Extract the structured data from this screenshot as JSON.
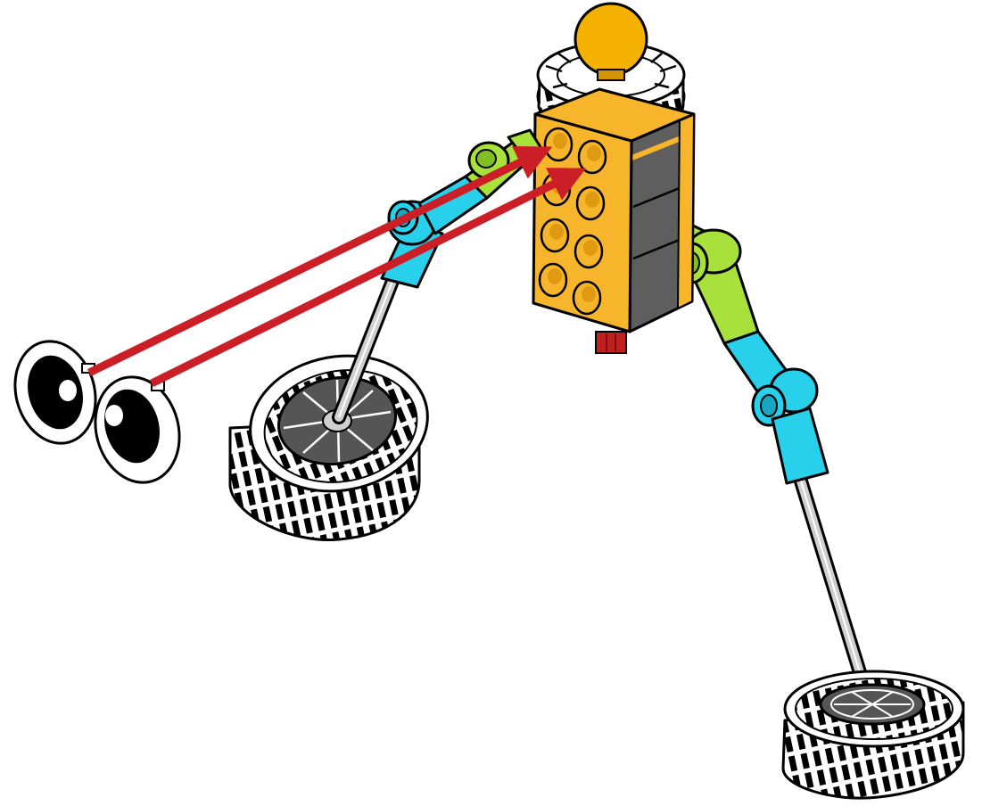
{
  "diagram": {
    "kind": "lego-assembly-instruction",
    "background": "#ffffff",
    "colors": {
      "brick": "#f7b52c",
      "brick_side": "#5e5e5e",
      "ball": "#f5b100",
      "arm_lime": "#a8e03c",
      "arm_cyan": "#29d0ec",
      "axle": "#cfcfcf",
      "hub": "#555555",
      "arrow": "#cc1e26",
      "peg": "#c0201e",
      "eye_pupil": "#000000",
      "eye_white": "#ffffff"
    },
    "parts": [
      "yellow-2x4-brick",
      "yellow-ball",
      "white-gear",
      "left-lime-cyan-arm",
      "right-lime-cyan-arm",
      "left-axle",
      "right-axle",
      "left-wheel",
      "right-wheel",
      "left-eye",
      "right-eye"
    ],
    "arrows": [
      {
        "from": "left-eye",
        "to": "brick-upper-stud"
      },
      {
        "from": "right-eye",
        "to": "brick-second-stud"
      }
    ]
  }
}
